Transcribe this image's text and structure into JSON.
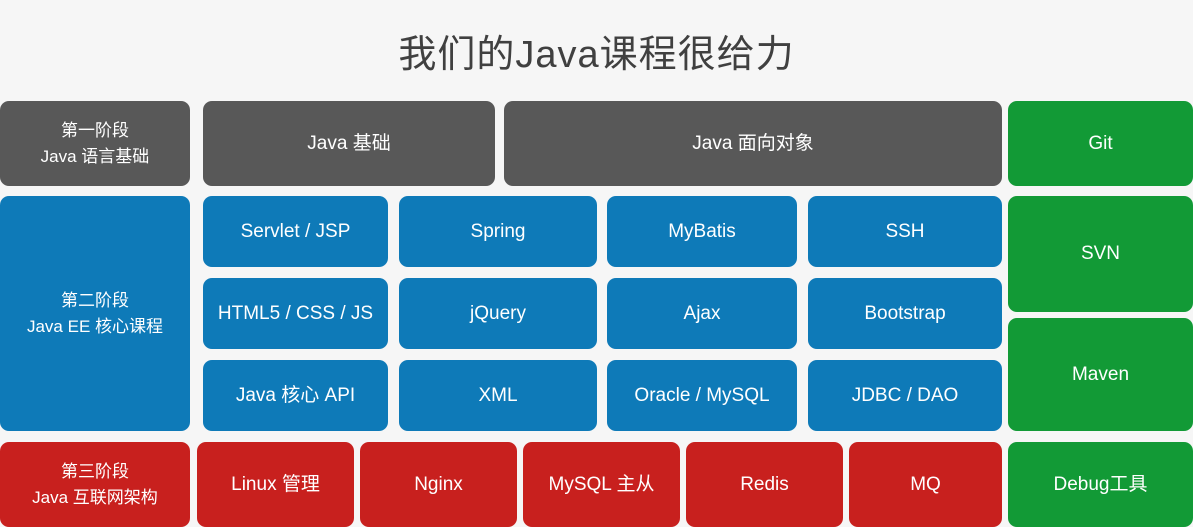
{
  "header": {
    "title": "我们的Java课程很给力"
  },
  "colors": {
    "background": "#f6f6f6",
    "title_text": "#404040",
    "gray": "#585858",
    "blue": "#0e7ab8",
    "red": "#c8201e",
    "green": "#129a36",
    "card_text": "#ffffff"
  },
  "stages": [
    {
      "key": "stage-1",
      "label": "第一阶段\nJava 语言基础",
      "color": "gray",
      "topics": [
        "Java 基础",
        "Java 面向对象"
      ]
    },
    {
      "key": "stage-2",
      "label": "第二阶段\nJava EE 核心课程",
      "color": "blue",
      "topics": [
        "Servlet / JSP",
        "Spring",
        "MyBatis",
        "SSH",
        "HTML5 / CSS / JS",
        "jQuery",
        "Ajax",
        "Bootstrap",
        "Java 核心 API",
        "XML",
        "Oracle / MySQL",
        "JDBC / DAO"
      ]
    },
    {
      "key": "stage-3",
      "label": "第三阶段\nJava 互联网架构",
      "color": "red",
      "topics": [
        "Linux 管理",
        "Nginx",
        "MySQL 主从",
        "Redis",
        "MQ"
      ]
    }
  ],
  "tools": {
    "color": "green",
    "items": [
      "Git",
      "SVN",
      "Maven",
      "Debug工具"
    ]
  }
}
